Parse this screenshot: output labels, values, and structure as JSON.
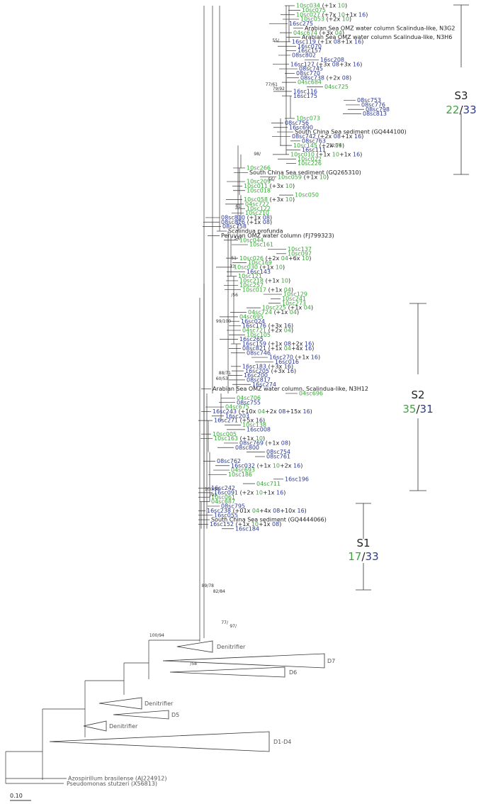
{
  "colors": {
    "green": "#3aa63a",
    "blue": "#2b3990",
    "black": "#222222",
    "gray": "#555555"
  },
  "clusters": [
    {
      "id": "S3",
      "label": "S3",
      "green_count": "22",
      "slash": "/",
      "blue_count": "33"
    },
    {
      "id": "S2",
      "label": "S2",
      "green_count": "35",
      "slash": "/",
      "blue_count": "31"
    },
    {
      "id": "S1",
      "label": "S1",
      "green_count": "17",
      "slash": "/",
      "blue_count": "33"
    }
  ],
  "scale_bar": {
    "label": "0.10"
  },
  "bootstrap": [
    "55/",
    "77/61",
    "79/92",
    "72/74",
    "98/",
    "56/",
    "61",
    "54/",
    "51",
    "73",
    "/56",
    "99/100",
    "88/71",
    "60/53",
    "100/98",
    "/93",
    "89/78",
    "82/84",
    "77/",
    "97/",
    "100/94",
    "/58"
  ],
  "leaves": [
    {
      "id": "10sc034",
      "extra": "(+1x 10)"
    },
    {
      "id": "10sc075",
      "extra": ""
    },
    {
      "id": "10sc027",
      "extra": "(+7x 10+1x 16)"
    },
    {
      "id": "10sc053",
      "extra": "(+2x 10)"
    },
    {
      "id": "16sc275",
      "extra": ""
    },
    {
      "id": "Arabian Sea OMZ water column Scalindua-like, N3G2",
      "extra": ""
    },
    {
      "id": "04sc674",
      "extra": "(+3x 04)"
    },
    {
      "id": "Arabian Sea OMZ water column Scalindua-like, N3H6",
      "extra": ""
    },
    {
      "id": "16sc119",
      "extra": "(+1x 08+1x 16)"
    },
    {
      "id": "16sc070",
      "extra": ""
    },
    {
      "id": "16sc157",
      "extra": ""
    },
    {
      "id": "08sc802",
      "extra": ""
    },
    {
      "id": "16sc208",
      "extra": ""
    },
    {
      "id": "16sc127",
      "extra": "(+3x 08+3x 16)"
    },
    {
      "id": "08sc745",
      "extra": ""
    },
    {
      "id": "08sc770",
      "extra": ""
    },
    {
      "id": "08sc738",
      "extra": "(+2x 08)"
    },
    {
      "id": "04sc684",
      "extra": ""
    },
    {
      "id": "04sc725",
      "extra": ""
    },
    {
      "id": "16sc116",
      "extra": ""
    },
    {
      "id": "16sc175",
      "extra": ""
    },
    {
      "id": "08sc753",
      "extra": ""
    },
    {
      "id": "08sc776",
      "extra": ""
    },
    {
      "id": "08sc798",
      "extra": ""
    },
    {
      "id": "08sc813",
      "extra": ""
    },
    {
      "id": "10sc073",
      "extra": ""
    },
    {
      "id": "08sc756",
      "extra": ""
    },
    {
      "id": "16sc690",
      "extra": ""
    },
    {
      "id": "South China Sea sediment (GQ444100)",
      "extra": ""
    },
    {
      "id": "08sc742",
      "extra": "(+2x 08+1x 16)"
    },
    {
      "id": "08sc763",
      "extra": ""
    },
    {
      "id": "10sc145",
      "extra": "(+2x 10)"
    },
    {
      "id": "16sc111",
      "extra": ""
    },
    {
      "id": "10sc010",
      "extra": "(+1x 10+1x 16)"
    },
    {
      "id": "10sc022",
      "extra": ""
    },
    {
      "id": "10sc226",
      "extra": ""
    },
    {
      "id": "10sc266",
      "extra": ""
    },
    {
      "id": "South China Sea sediment (GQ265310)",
      "extra": ""
    },
    {
      "id": "10sc059",
      "extra": "(+1x 10)"
    },
    {
      "id": "10sc209",
      "extra": ""
    },
    {
      "id": "10sc011",
      "extra": "(+3x 10)"
    },
    {
      "id": "10sc018",
      "extra": ""
    },
    {
      "id": "10sc050",
      "extra": ""
    },
    {
      "id": "10sc058",
      "extra": "(+3x 10)"
    },
    {
      "id": "04sc722",
      "extra": ""
    },
    {
      "id": "10sc122",
      "extra": ""
    },
    {
      "id": "10sc210",
      "extra": ""
    },
    {
      "id": "08sc810",
      "extra": "(+1x 08)"
    },
    {
      "id": "08sc816",
      "extra": "(+1x 08)"
    },
    {
      "id": "08sc758",
      "extra": ""
    },
    {
      "id": "Scalindua profunda",
      "extra": ""
    },
    {
      "id": "Peruvian OMZ water column (FJ799323)",
      "extra": ""
    },
    {
      "id": "10sc044",
      "extra": ""
    },
    {
      "id": "10sc161",
      "extra": ""
    },
    {
      "id": "10sc137",
      "extra": ""
    },
    {
      "id": "10sc097",
      "extra": ""
    },
    {
      "id": "10sc026",
      "extra": "(+2x 04+6x 10)"
    },
    {
      "id": "10sc169",
      "extra": ""
    },
    {
      "id": "10sc030",
      "extra": "(+1x 10)"
    },
    {
      "id": "16sc143",
      "extra": ""
    },
    {
      "id": "10sc121",
      "extra": ""
    },
    {
      "id": "10sc218",
      "extra": "(+1x 10)"
    },
    {
      "id": "10sc257",
      "extra": ""
    },
    {
      "id": "10sc017",
      "extra": "(+1x 04)"
    },
    {
      "id": "10sc129",
      "extra": ""
    },
    {
      "id": "10sc241",
      "extra": ""
    },
    {
      "id": "10sc273",
      "extra": ""
    },
    {
      "id": "10sc225",
      "extra": "(+1x 04)"
    },
    {
      "id": "04sc724",
      "extra": "(+1x 04)"
    },
    {
      "id": "04sc695",
      "extra": ""
    },
    {
      "id": "16sc024",
      "extra": ""
    },
    {
      "id": "16sc176",
      "extra": "(+3x 16)"
    },
    {
      "id": "04sc721",
      "extra": "(+2x 04)"
    },
    {
      "id": "10sc105",
      "extra": ""
    },
    {
      "id": "16sc265",
      "extra": ""
    },
    {
      "id": "16sc159",
      "extra": "(+1x 08+2x 16)"
    },
    {
      "id": "08sc821",
      "extra": "(+1x 04+4x 16)"
    },
    {
      "id": "08sc746",
      "extra": ""
    },
    {
      "id": "16sc270",
      "extra": "(+1x 16)"
    },
    {
      "id": "16sc016",
      "extra": ""
    },
    {
      "id": "16sc183",
      "extra": "(+3x 16)"
    },
    {
      "id": "16sc205",
      "extra": "(+3x 16)"
    },
    {
      "id": "16sc200",
      "extra": ""
    },
    {
      "id": "08sc817",
      "extra": ""
    },
    {
      "id": "16sc274",
      "extra": ""
    },
    {
      "id": "Arabian Sea OMZ water column, Scalindua-like, N3H12",
      "extra": ""
    },
    {
      "id": "04sc696",
      "extra": ""
    },
    {
      "id": "04sc706",
      "extra": ""
    },
    {
      "id": "08sc755",
      "extra": ""
    },
    {
      "id": "04sc675",
      "extra": ""
    },
    {
      "id": "16sc243",
      "extra": "(+10x 04+2x 08+15x 16)"
    },
    {
      "id": "16sc203",
      "extra": ""
    },
    {
      "id": "16sc271",
      "extra": "(+5x 16)"
    },
    {
      "id": "10sc138",
      "extra": ""
    },
    {
      "id": "16sc008",
      "extra": ""
    },
    {
      "id": "10sc005",
      "extra": ""
    },
    {
      "id": "10sc163",
      "extra": "(+1x 10)"
    },
    {
      "id": "08sc769",
      "extra": "(+1x 08)"
    },
    {
      "id": "08sc800",
      "extra": ""
    },
    {
      "id": "08sc754",
      "extra": ""
    },
    {
      "id": "08sc761",
      "extra": ""
    },
    {
      "id": "08sc762",
      "extra": ""
    },
    {
      "id": "16sc032",
      "extra": "(+1x 10+2x 16)"
    },
    {
      "id": "04sc693",
      "extra": ""
    },
    {
      "id": "10sc186",
      "extra": ""
    },
    {
      "id": "16sc196",
      "extra": ""
    },
    {
      "id": "04sc711",
      "extra": ""
    },
    {
      "id": "16sc242",
      "extra": ""
    },
    {
      "id": "16sc091",
      "extra": "(+2x 10+1x 16)"
    },
    {
      "id": "10sc061",
      "extra": ""
    },
    {
      "id": "04sc687",
      "extra": ""
    },
    {
      "id": "08sc795",
      "extra": ""
    },
    {
      "id": "16sc238",
      "extra": "(+01x 04+4x 08+10x 16)"
    },
    {
      "id": "16sc055",
      "extra": ""
    },
    {
      "id": "South China Sea sediment (GQ4444066)",
      "extra": ""
    },
    {
      "id": "16sc152",
      "extra": "(+1x 10+1x 08)"
    },
    {
      "id": "16sc184",
      "extra": ""
    }
  ],
  "outgroups": [
    {
      "id": "Denitrifier"
    },
    {
      "id": "D7"
    },
    {
      "id": "D6"
    },
    {
      "id": "Denitrifier"
    },
    {
      "id": "D5"
    },
    {
      "id": "Denitrifier"
    },
    {
      "id": "D1-D4"
    },
    {
      "id": "Azospirillum brasilense (AJ224912)"
    },
    {
      "id": "Pseudomonas stutzeri (X56813)"
    }
  ]
}
